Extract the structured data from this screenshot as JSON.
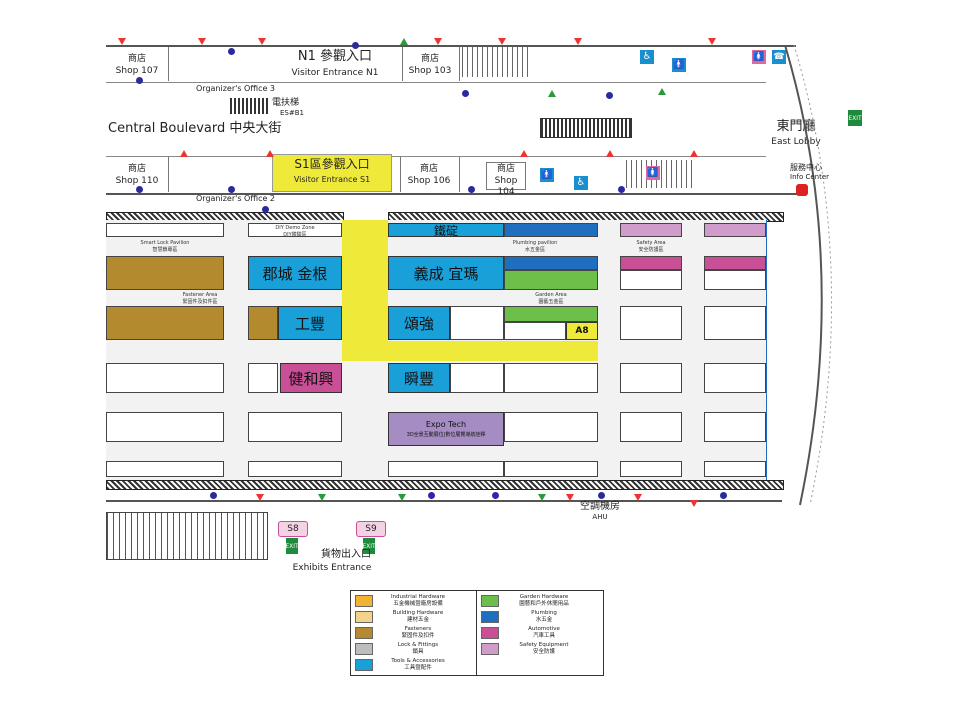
{
  "colors": {
    "industrial": "#f2b233",
    "building": "#f1d48a",
    "fasteners": "#b48a2f",
    "lock": "#bdbdbd",
    "tools": "#1aa0d8",
    "garden": "#6cc04a",
    "plumbing": "#1f6fc0",
    "automotive": "#c94f96",
    "safety": "#cf9ccc",
    "expo": "#a58cc3",
    "visitor_yellow": "#efe93a"
  },
  "top": {
    "shop107": {
      "zh": "商店",
      "en": "Shop 107"
    },
    "n1": {
      "zh": "N1 參觀入口",
      "en": "Visitor Entrance N1"
    },
    "shop103": {
      "zh": "商店",
      "en": "Shop 103"
    },
    "organizer3": "Organizer's Office 3",
    "escalator": {
      "zh": "電扶梯",
      "en": "ES#B1"
    },
    "boulevard": "Central Boulevard 中央大街",
    "east_lobby": {
      "zh": "東門廳",
      "en": "East Lobby"
    },
    "shop110": {
      "zh": "商店",
      "en": "Shop 110"
    },
    "s1": {
      "zh": "S1區參觀入口",
      "en": "Visitor Entrance S1"
    },
    "shop106": {
      "zh": "商店",
      "en": "Shop 106"
    },
    "shop104": {
      "zh": "商店",
      "en": "Shop 104"
    },
    "info": {
      "zh": "服務中心",
      "en": "Info Center"
    },
    "organizer2": "Organizer's Office 2"
  },
  "zones": {
    "smart_lock": {
      "en": "Smart Lock Pavilion",
      "zh": "智慧鎖專區"
    },
    "diy": {
      "en": "DIY Demo Zone",
      "zh": "DIY體驗區"
    },
    "plumbing_pav": {
      "en": "Plumbing pavilion",
      "zh": "水五金區"
    },
    "safety_area": {
      "en": "Safety Area",
      "zh": "安全防護區"
    },
    "fastener_area": {
      "en": "Fastener Area",
      "zh": "緊固件及扣件區"
    },
    "garden_area": {
      "en": "Garden Area",
      "zh": "園藝五金區"
    }
  },
  "exhibitors": {
    "tiehcheng": "鐵碇",
    "juncheng": "郡城  金根",
    "yicheng": "義成  宜瑪",
    "gongfeng": "工豐",
    "songqiang": "頌強",
    "jianhexing": "健和興",
    "shunfeng": "瞬豐",
    "expotech_en": "Expo Tech",
    "expotech_zh": "3D全景互動展位|數位展覽導航詮釋",
    "a8": "A8"
  },
  "bottom": {
    "s8": "S8",
    "s9": "S9",
    "exhibits_zh": "貨物出入口",
    "exhibits_en": "Exhibits Entrance",
    "ahu_zh": "空調機房",
    "ahu_en": "AHU",
    "exit": "EXIT"
  },
  "legend": [
    {
      "en": "Industrial Hardware",
      "zh": "五金機械暨廠房設備",
      "color": "#f2b233"
    },
    {
      "en": "Building Hardware",
      "zh": "建材五金",
      "color": "#f1d48a"
    },
    {
      "en": "Fasteners",
      "zh": "緊固件及扣件",
      "color": "#b48a2f"
    },
    {
      "en": "Lock & Fittings",
      "zh": "鎖具",
      "color": "#bdbdbd"
    },
    {
      "en": "Tools & Accessories",
      "zh": "工具暨配件",
      "color": "#1aa0d8"
    },
    {
      "en": "Garden Hardware",
      "zh": "園藝和戶外休閒用品",
      "color": "#6cc04a"
    },
    {
      "en": "Plumbing",
      "zh": "水五金",
      "color": "#1f6fc0"
    },
    {
      "en": "Automotive",
      "zh": "汽車工具",
      "color": "#c94f96"
    },
    {
      "en": "Safety Equipment",
      "zh": "安全防護",
      "color": "#cf9ccc"
    }
  ]
}
